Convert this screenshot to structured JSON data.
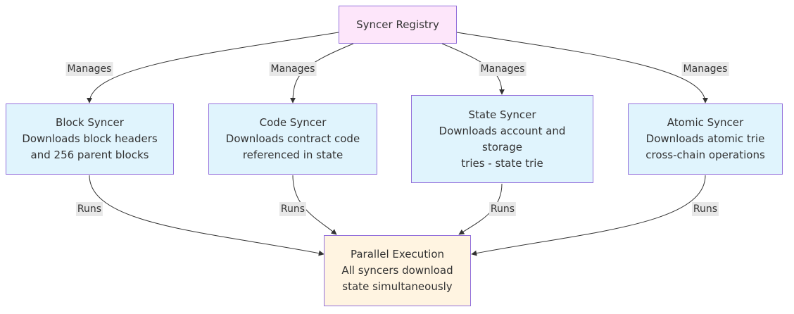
{
  "nodes": {
    "registry": {
      "lines": [
        "Syncer Registry"
      ]
    },
    "block": {
      "lines": [
        "Block Syncer",
        "Downloads block headers",
        "and 256 parent blocks"
      ]
    },
    "code": {
      "lines": [
        "Code Syncer",
        "Downloads contract code",
        "referenced in state"
      ]
    },
    "state": {
      "lines": [
        "State Syncer",
        "Downloads account and",
        "storage",
        "tries - state trie"
      ]
    },
    "atomic": {
      "lines": [
        "Atomic Syncer",
        "Downloads atomic trie",
        "cross-chain operations"
      ]
    },
    "exec": {
      "lines": [
        "Parallel Execution",
        "All syncers download",
        "state simultaneously"
      ]
    }
  },
  "edges": {
    "manages": "Manages",
    "runs": "Runs"
  },
  "colors": {
    "registry_fill": "#fde6fa",
    "syncer_fill": "#e0f4fd",
    "exec_fill": "#fff4e1",
    "node_border": "#9370DB",
    "edge_stroke": "#333333",
    "label_bg": "#e8e8e8"
  }
}
